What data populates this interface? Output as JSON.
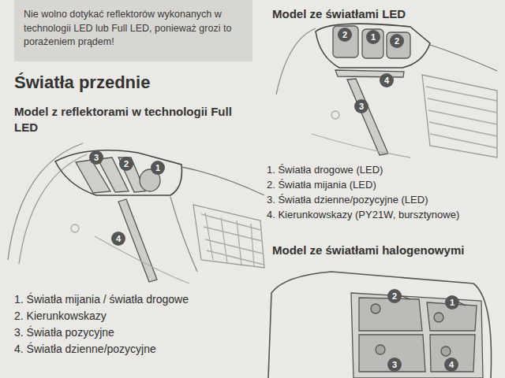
{
  "diagram": {
    "title": "Światła przednie",
    "nodes": [
      {
        "text": [
          "Nie wolno dotykać reflektorów wykonanych w technologii LED lub Full LED, ponieważ grozi to porażeniem prądem!"
        ]
      }
    ],
    "labels": [
      "Model z reflektorami w technologii Full LED",
      "3",
      "2",
      "1",
      "4",
      "1. Światła mijania / światła drogowe",
      "2. Kierunkowskazy",
      "3. Światła pozycyjne",
      "4. Światła dzienne/pozycyjne",
      "Model ze światłami LED",
      "2",
      "1",
      "2",
      "4",
      "3",
      "1. Światła drogowe (LED)",
      "2. Światła mijania (LED)",
      "3. Światła dzienne/pozycyjne (LED)",
      "4. Kierunkowskazy (PY21W, bursztynowe)",
      "Model ze światłami halogenowymi",
      "2",
      "1",
      "3",
      "4"
    ]
  }
}
